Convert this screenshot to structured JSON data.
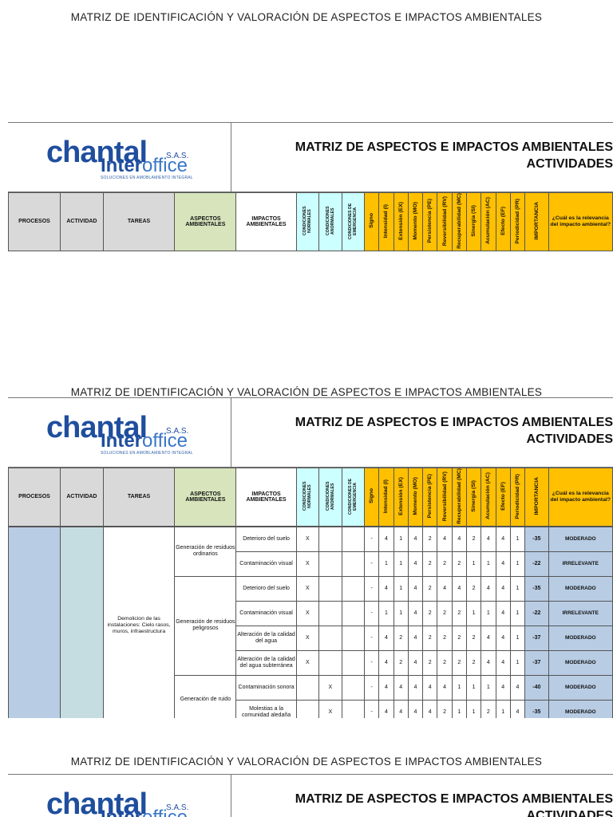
{
  "page_title": "MATRIZ DE IDENTIFICACIÓN Y VALORACIÓN DE ASPECTOS E IMPACTOS AMBIENTALES",
  "header": {
    "logo_word": "chantal",
    "logo_sas": "S.A.S.",
    "logo_inter": "Inter",
    "logo_office": "office",
    "logo_tagline": "SOLUCIONES EN AMOBLAMIENTO INTEGRAL",
    "title_line1": "MATRIZ DE ASPECTOS E IMPACTOS AMBIENTALES",
    "title_line2": "ACTIVIDADES"
  },
  "columns": {
    "procesos": "PROCESOS",
    "actividad": "ACTIVIDAD",
    "tareas": "TAREAS",
    "aspectos": "ASPECTOS AMBIENTALES",
    "impactos": "IMPACTOS AMBIENTALES",
    "cond_normales": "CONDICIONES NORMALES",
    "cond_anormales": "CONDICIONES ANORMALES",
    "cond_emergencia": "CONDICIONES DE EMERGENCIA",
    "signo": "Signo",
    "intensidad": "Intensidad (I)",
    "extension": "Extensión (EX)",
    "momento": "Momento (MO)",
    "persistencia": "Persistencia (PE)",
    "reversibilidad": "Reversibilidad (RV)",
    "recuperabilidad": "Recuperabilidad (MC)",
    "sinergia": "Sinergia (SI)",
    "acumulacion": "Acumulación (AC)",
    "efecto": "Efecto (EF)",
    "periodicidad": "Periodicidad (PR)",
    "importancia": "IMPORTANCIA",
    "relevancia": "¿Cuál es la relevancia del impacto ambiental?"
  },
  "tarea": "Demolicion de las instalaciones: Cielo rasos, muros, infraestructura",
  "aspect_groups": [
    {
      "label": "Generación de residuos ordinarios",
      "rows": 2
    },
    {
      "label": "Generación de residuos peligrosos",
      "rows": 4
    },
    {
      "label": "Generación de ruido",
      "rows": 2
    }
  ],
  "rows": [
    {
      "impacto": "Deterioro del suelo",
      "normal": "X",
      "anormal": "",
      "emerg": "",
      "signo": "-",
      "vals": [
        "4",
        "1",
        "4",
        "2",
        "4",
        "4",
        "2",
        "4",
        "4",
        "1"
      ],
      "importancia": "-35",
      "relevancia": "MODERADO"
    },
    {
      "impacto": "Contaminación visual",
      "normal": "X",
      "anormal": "",
      "emerg": "",
      "signo": "-",
      "vals": [
        "1",
        "1",
        "4",
        "2",
        "2",
        "2",
        "1",
        "1",
        "4",
        "1"
      ],
      "importancia": "-22",
      "relevancia": "IRRELEVANTE"
    },
    {
      "impacto": "Deterioro del suelo",
      "normal": "X",
      "anormal": "",
      "emerg": "",
      "signo": "-",
      "vals": [
        "4",
        "1",
        "4",
        "2",
        "4",
        "4",
        "2",
        "4",
        "4",
        "1"
      ],
      "importancia": "-35",
      "relevancia": "MODERADO"
    },
    {
      "impacto": "Contaminación visual",
      "normal": "X",
      "anormal": "",
      "emerg": "",
      "signo": "-",
      "vals": [
        "1",
        "1",
        "4",
        "2",
        "2",
        "2",
        "1",
        "1",
        "4",
        "1"
      ],
      "importancia": "-22",
      "relevancia": "IRRELEVANTE"
    },
    {
      "impacto": "Alteración de la calidad del agua",
      "normal": "X",
      "anormal": "",
      "emerg": "",
      "signo": "-",
      "vals": [
        "4",
        "2",
        "4",
        "2",
        "2",
        "2",
        "2",
        "4",
        "4",
        "1"
      ],
      "importancia": "-37",
      "relevancia": "MODERADO"
    },
    {
      "impacto": "Alteración de la calidad del agua subterránea",
      "normal": "X",
      "anormal": "",
      "emerg": "",
      "signo": "-",
      "vals": [
        "4",
        "2",
        "4",
        "2",
        "2",
        "2",
        "2",
        "4",
        "4",
        "1"
      ],
      "importancia": "-37",
      "relevancia": "MODERADO"
    },
    {
      "impacto": "Contaminación sonora",
      "normal": "",
      "anormal": "X",
      "emerg": "",
      "signo": "-",
      "vals": [
        "4",
        "4",
        "4",
        "4",
        "4",
        "1",
        "1",
        "1",
        "4",
        "4"
      ],
      "importancia": "-40",
      "relevancia": "MODERADO"
    },
    {
      "impacto": "Molestias a la comunidad aledaña",
      "normal": "",
      "anormal": "X",
      "emerg": "",
      "signo": "-",
      "vals": [
        "4",
        "4",
        "4",
        "4",
        "2",
        "1",
        "1",
        "2",
        "1",
        "4"
      ],
      "importancia": "-35",
      "relevancia": "MODERADO"
    }
  ]
}
